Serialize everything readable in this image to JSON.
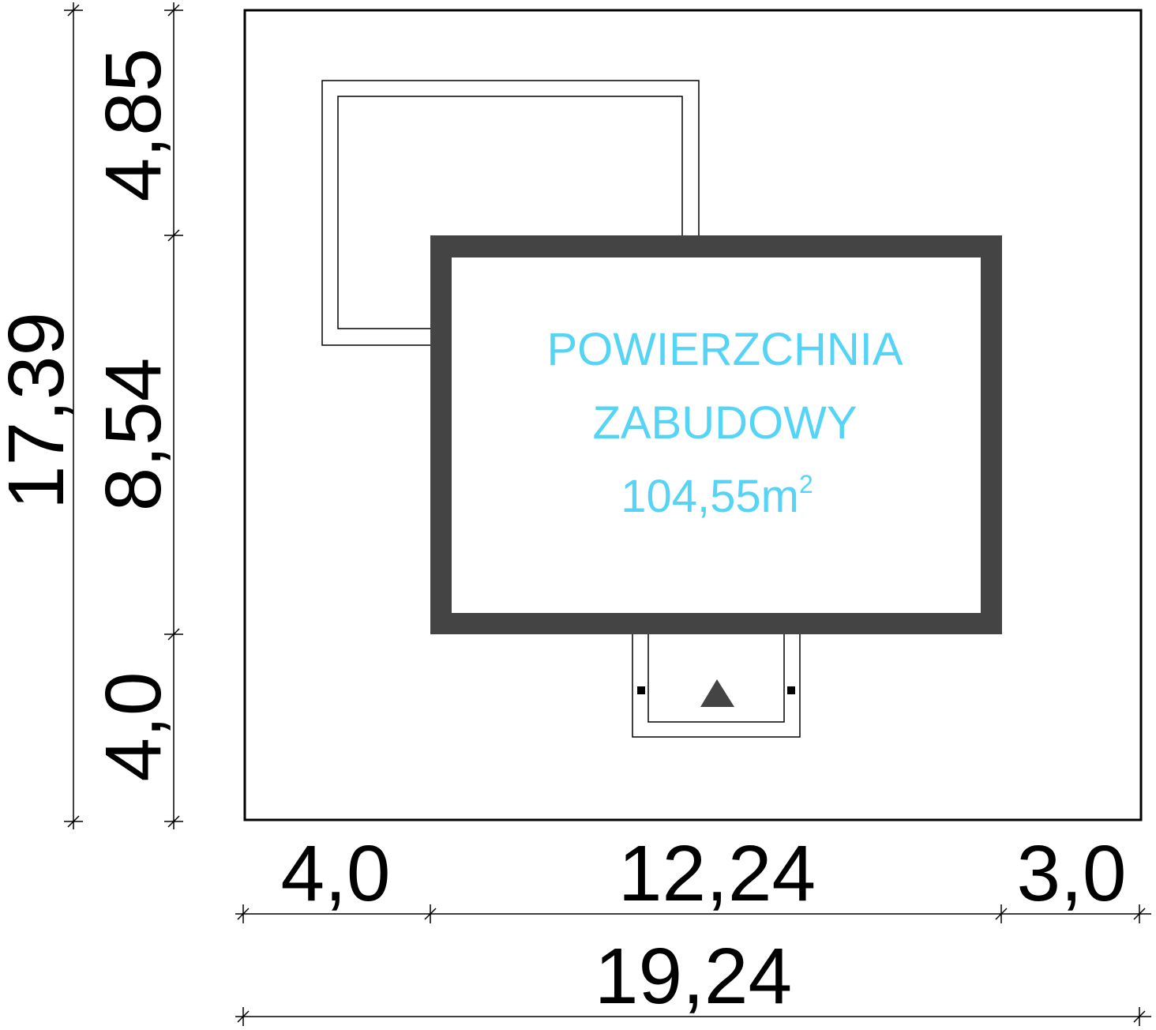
{
  "title_line1": "POWIERZCHNIA",
  "title_line2": "ZABUDOWY",
  "area_value": "104,55m",
  "area_unit_sup": "2",
  "dimensions": {
    "left_total": "17,39",
    "left_top": "4,85",
    "left_middle": "8,54",
    "left_bottom": "4,0",
    "bottom_left": "4,0",
    "bottom_middle": "12,24",
    "bottom_right": "3,0",
    "bottom_total": "19,24"
  },
  "colors": {
    "building": "#444444",
    "label": "#55d4f5"
  }
}
